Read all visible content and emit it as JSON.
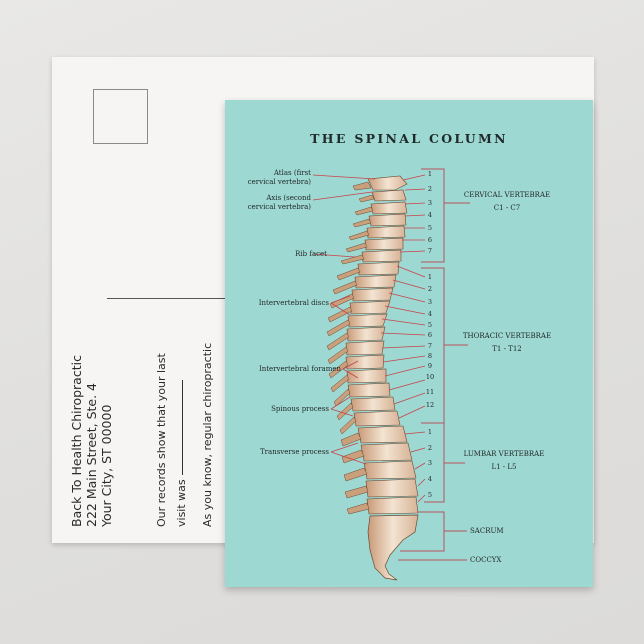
{
  "back": {
    "stamp_box_label": "",
    "address": {
      "line1": "Back To Health Chiropractic",
      "line2": "222 Main Street, Ste. 4",
      "line3": "Your City, ST 00000"
    },
    "message": {
      "line1": "Our records show that your last",
      "line2": "visit was",
      "line3": "As you know, regular chiropractic"
    }
  },
  "front": {
    "title": "THE SPINAL COLUMN",
    "colors": {
      "background": "#9ed8d2",
      "leader_line": "#c8424a",
      "bracket": "#b5555a",
      "text": "#1f2626"
    },
    "left_labels": [
      {
        "text": "Atlas (first\ncervical vertebra)",
        "line1": "Atlas (first",
        "line2": "cervical vertebra)"
      },
      {
        "text": "Axis (second\ncervical vertebra)",
        "line1": "Axis (second",
        "line2": "cervical vertebra)"
      },
      {
        "line1": "Rib facet"
      },
      {
        "line1": "Intervertebral discs"
      },
      {
        "line1": "Intervertebral foramen"
      },
      {
        "line1": "Spinous process"
      },
      {
        "line1": "Transverse process"
      }
    ],
    "cervical_numbers": [
      "1",
      "2",
      "3",
      "4",
      "5",
      "6",
      "7"
    ],
    "thoracic_numbers": [
      "1",
      "2",
      "3",
      "4",
      "5",
      "6",
      "7",
      "8",
      "9",
      "10",
      "11",
      "12"
    ],
    "lumbar_numbers": [
      "1",
      "2",
      "3",
      "4",
      "5"
    ],
    "groups": {
      "cervical": {
        "name": "CERVICAL VERTEBRAE",
        "range": "C1 - C7"
      },
      "thoracic": {
        "name": "THORACIC VERTEBRAE",
        "range": "T1 - T12"
      },
      "lumbar": {
        "name": "LUMBAR VERTEBRAE",
        "range": "L1 - L5"
      },
      "sacrum": {
        "name": "SACRUM"
      },
      "coccyx": {
        "name": "COCCYX"
      }
    }
  }
}
